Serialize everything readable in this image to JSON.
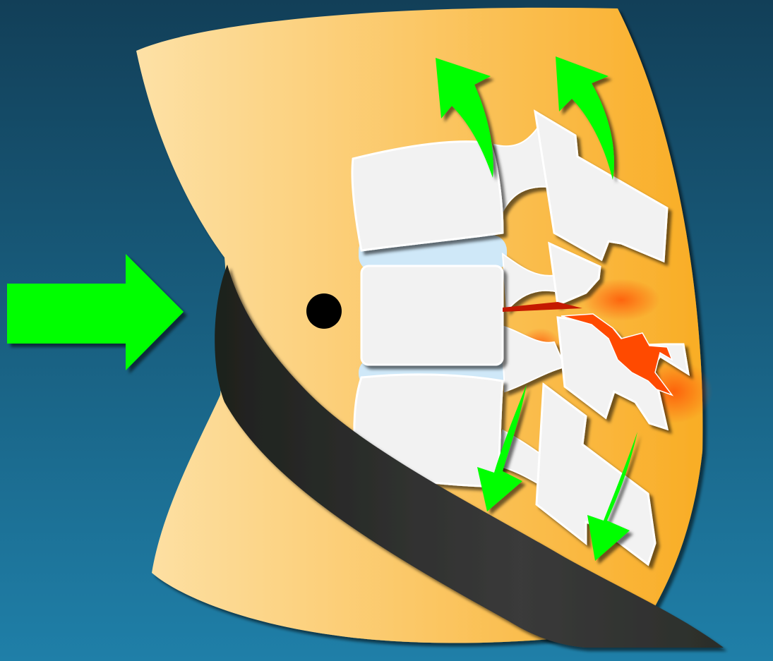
{
  "diagram": {
    "description_hidden": "",
    "colors": {
      "background_top": "#123f58",
      "background_bottom": "#1f7fa8",
      "torso_light": "#fde1a6",
      "torso_dark": "#f9ad25",
      "belt": "#2b2e2a",
      "bone": "#f2f2f2",
      "disc": "#cfe8f8",
      "force_arrow": "#00ff00",
      "fracture": "#ff4a00",
      "axis_line": "#ffffff",
      "pivot_point": "#000000"
    },
    "elements": {
      "impact_arrow": "force-arrow",
      "axis": "fulcrum-axis-line",
      "pivot": "pivot-dot",
      "belt": "lap-belt",
      "spine": "vertebral-column"
    }
  }
}
